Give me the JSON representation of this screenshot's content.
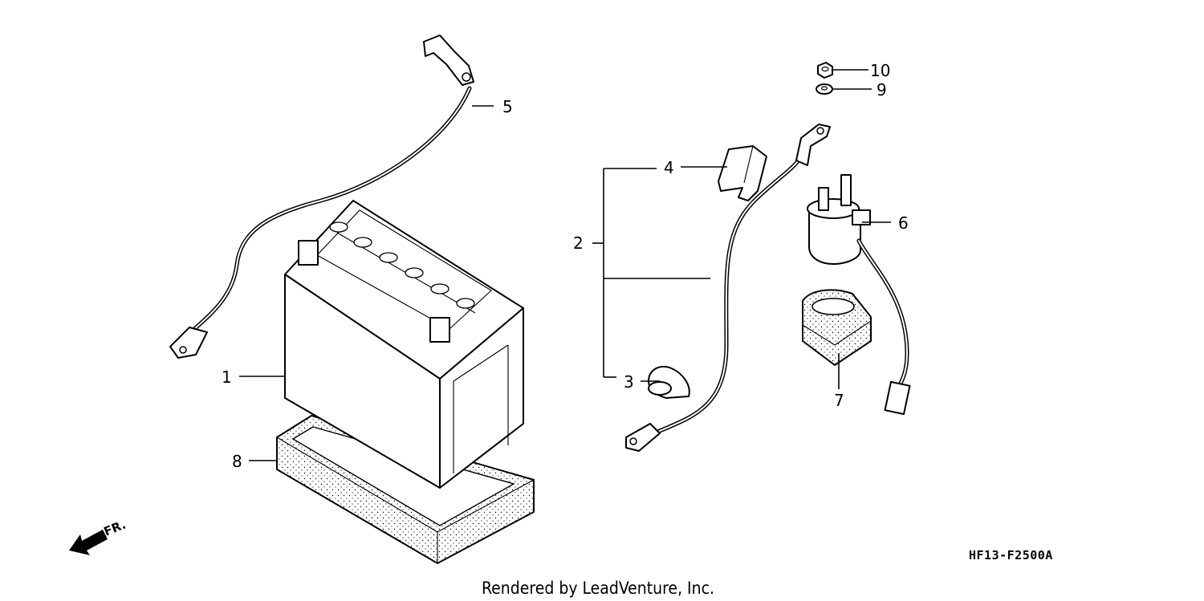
{
  "diagram": {
    "callouts": {
      "c1": "1",
      "c2": "2",
      "c3": "3",
      "c4": "4",
      "c5": "5",
      "c6": "6",
      "c7": "7",
      "c8": "8",
      "c9": "9",
      "c10": "10"
    },
    "direction_label": "FR.",
    "diagram_code": "HF13-F2500A",
    "credit": "Rendered by LeadVenture, Inc."
  }
}
